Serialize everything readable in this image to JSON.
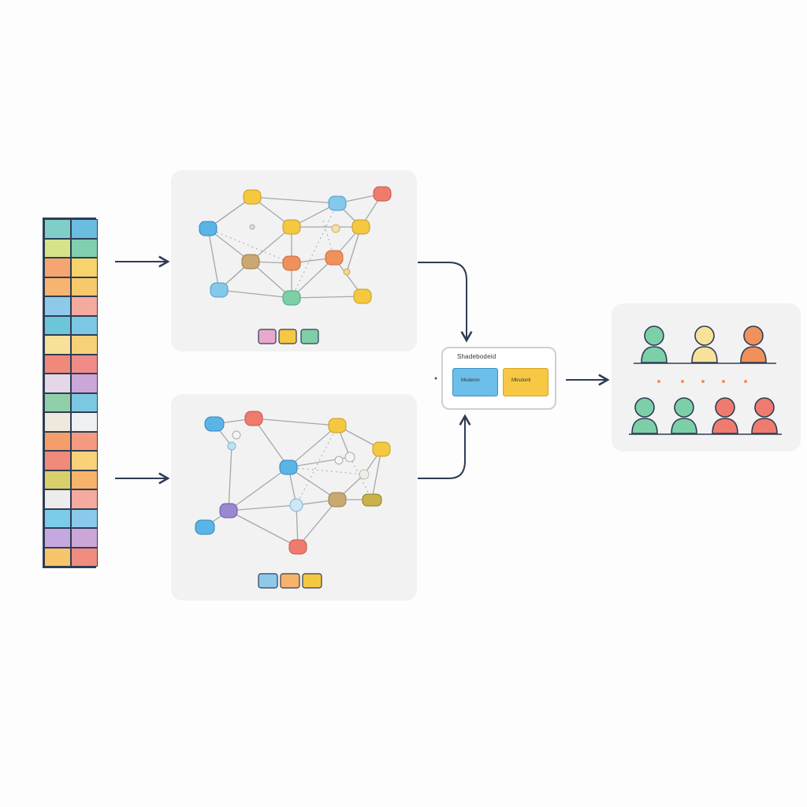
{
  "colors": {
    "edge": "#9aa0a8",
    "arrow": "#2f3d55",
    "panel_bg": "#f2f2f2",
    "blue": "#5ab4e6",
    "yellow": "#f5c842",
    "orange": "#f0905a",
    "green": "#7dcfa8",
    "red": "#ef7b6e",
    "purple": "#9b86d0",
    "tan": "#c9a871"
  },
  "input_matrix": {
    "rows": [
      [
        "#7fcfc8",
        "#6bbde0"
      ],
      [
        "#d6e38a",
        "#7fcfb0"
      ],
      [
        "#f5a670",
        "#f7d36b"
      ],
      [
        "#f7b470",
        "#f7c96b"
      ],
      [
        "#8ec9ea",
        "#f5aaa0"
      ],
      [
        "#6bc7d8",
        "#7cc7e3"
      ],
      [
        "#f7e09a",
        "#f7d07a"
      ],
      [
        "#f0897a",
        "#f08c88"
      ],
      [
        "#e4d7e8",
        "#cda6d8"
      ],
      [
        "#8fd0a8",
        "#7cc8e0"
      ],
      [
        "#efe9dd",
        "#eef0f2"
      ],
      [
        "#f59e6a",
        "#f59a80"
      ],
      [
        "#f08a7a",
        "#f7d27a"
      ],
      [
        "#d8d06a",
        "#f7b36a"
      ],
      [
        "#ececec",
        "#f5aaa0"
      ],
      [
        "#7ccbe8",
        "#8ac9ea"
      ],
      [
        "#c6a8e0",
        "#cda6d8"
      ],
      [
        "#f7c46a",
        "#f08c80"
      ]
    ]
  },
  "fusion": {
    "title": "Shadebodeid",
    "left_block_label": "Moderon",
    "right_block_label": "Mbsdonti"
  }
}
